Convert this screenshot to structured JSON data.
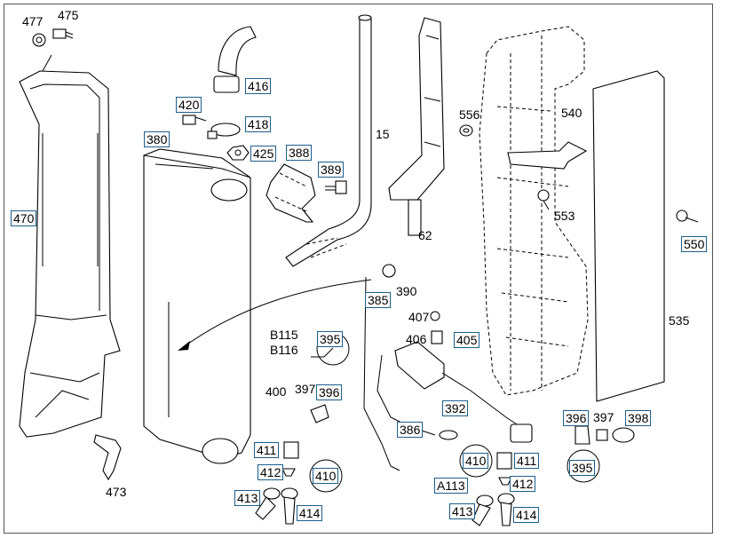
{
  "labels": {
    "p477": "477",
    "p475": "475",
    "p470": "470",
    "p473": "473",
    "p416": "416",
    "p420": "420",
    "p418": "418",
    "p380": "380",
    "p425": "425",
    "p388": "388",
    "p389": "389",
    "p15": "15",
    "p62": "62",
    "p556": "556",
    "p540": "540",
    "p553": "553",
    "p550": "550",
    "p535": "535",
    "p385": "385",
    "p390": "390",
    "p407": "407",
    "p406": "406",
    "p405": "405",
    "pB115": "B115",
    "pB116": "B116",
    "p395a": "395",
    "p400": "400",
    "p397a": "397",
    "p396a": "396",
    "p392": "392",
    "p386": "386",
    "p411a": "411",
    "p412a": "412",
    "p410a": "410",
    "p413a": "413",
    "p414a": "414",
    "p396b": "396",
    "p397b": "397",
    "p398": "398",
    "p395b": "395",
    "p410b": "410",
    "p411b": "411",
    "pA113": "A113",
    "p412b": "412",
    "p413b": "413",
    "p414b": "414"
  }
}
